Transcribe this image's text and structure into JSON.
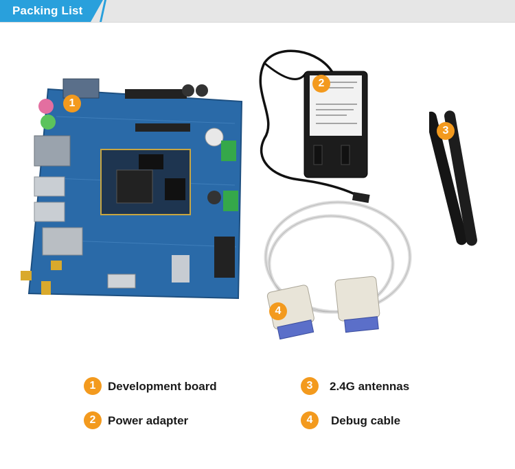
{
  "header": {
    "title": "Packing List"
  },
  "photo_badges": [
    "1",
    "2",
    "3",
    "4"
  ],
  "items": [
    {
      "number": "1",
      "label": "Development board"
    },
    {
      "number": "2",
      "label": "Power adapter"
    },
    {
      "number": "3",
      "label": "2.4G antennas"
    },
    {
      "number": "4",
      "label": "Debug cable"
    }
  ],
  "colors": {
    "accent": "#29a0dc",
    "badge": "#f39a1e",
    "board": "#2a6aa8"
  }
}
